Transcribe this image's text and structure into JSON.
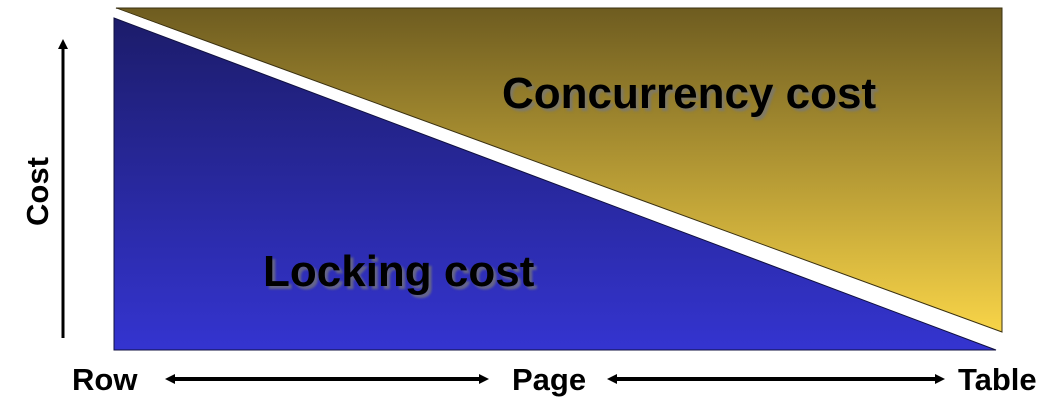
{
  "diagram": {
    "regions": {
      "concurrency": {
        "label": "Concurrency cost",
        "gradient": [
          "#6e5c20",
          "#f8d448"
        ]
      },
      "locking": {
        "label": "Locking cost",
        "gradient": [
          "#1c1c6a",
          "#3434d0"
        ]
      }
    },
    "y_axis": {
      "label": "Cost"
    },
    "x_axis": {
      "labels": [
        "Row",
        "Page",
        "Table"
      ]
    }
  }
}
